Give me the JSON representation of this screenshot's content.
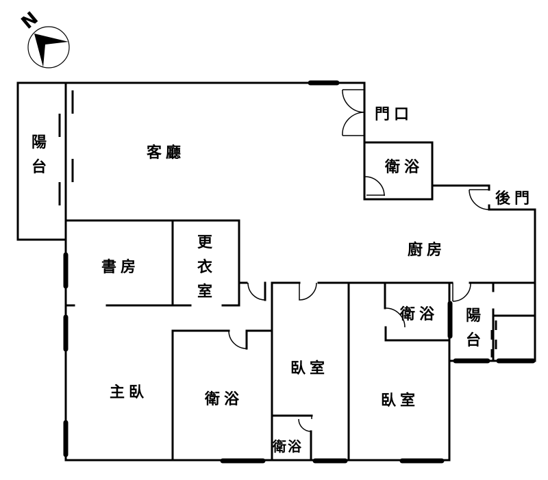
{
  "compass": {
    "label": "N",
    "icon": "north-arrow-icon"
  },
  "rooms": {
    "balcony_west": "陽台",
    "living_room": "客廳",
    "entrance": "門口",
    "bath_entry": "衛浴",
    "back_door": "後門",
    "kitchen": "廚房",
    "study": "書房",
    "closet": "更衣室",
    "bath_kitchen": "衛浴",
    "balcony_east": "陽台",
    "master_bedroom": "主臥",
    "master_bath": "衛浴",
    "bedroom_middle": "臥室",
    "bath_small": "衛浴",
    "bedroom_east": "臥室"
  },
  "colors": {
    "wall": "#000000",
    "background": "#ffffff"
  }
}
